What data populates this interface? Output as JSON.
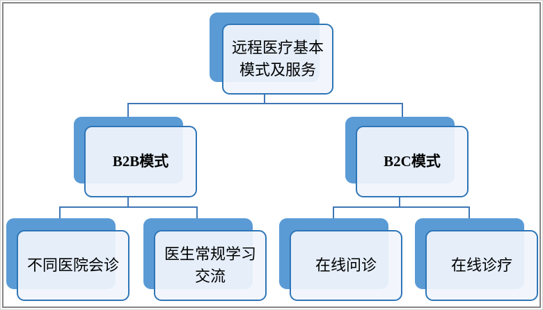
{
  "diagram": {
    "type": "org-hierarchy",
    "root": {
      "label": "远程医疗基本模式及服务",
      "children": [
        {
          "label": "B2B模式",
          "children": [
            {
              "label": "不同医院会诊"
            },
            {
              "label": "医生常规学习交流"
            }
          ]
        },
        {
          "label": "B2C模式",
          "children": [
            {
              "label": "在线问诊"
            },
            {
              "label": "在线诊疗"
            }
          ]
        }
      ]
    },
    "colors": {
      "shadow_box_fill": "#5B9BD5",
      "front_box_fill": "#F1F5FC",
      "front_box_border": "#2E75B6",
      "connector": "#3F76B6",
      "text": "#000000",
      "page_frame": "#848484",
      "background": "#FFFFFF"
    }
  }
}
